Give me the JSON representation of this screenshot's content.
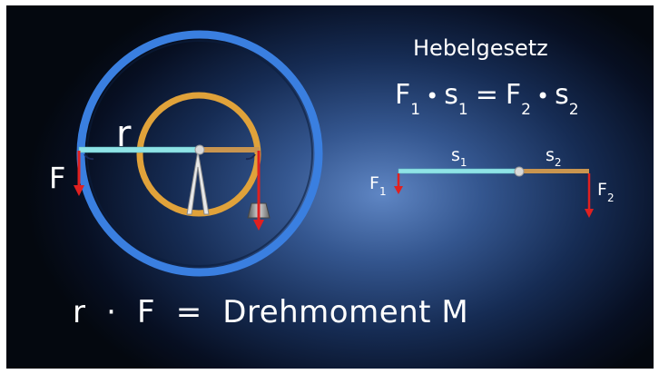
{
  "title": "Hebelgesetz",
  "law": {
    "f1": "F",
    "f1_sub": "1",
    "dot": "•",
    "s1": "s",
    "s1_sub": "1",
    "eq": "=",
    "f2": "F",
    "f2_sub": "2",
    "s2": "s",
    "s2_sub": "2"
  },
  "wheel": {
    "r_label": "r",
    "f_label": "F"
  },
  "lever": {
    "s1": "s",
    "s1_sub": "1",
    "s2": "s",
    "s2_sub": "2",
    "f1": "F",
    "f1_sub": "1",
    "f2": "F",
    "f2_sub": "2"
  },
  "bottom_equation": "r  ·  F  =  Drehmoment M",
  "colors": {
    "outer_wheel": "#3a7fe0",
    "inner_wheel": "#e0a23a",
    "radius_bar": "#8fe3e6",
    "short_arm": "#c9954f",
    "force_arrow": "#e02020",
    "pivot": "#cccccc"
  }
}
